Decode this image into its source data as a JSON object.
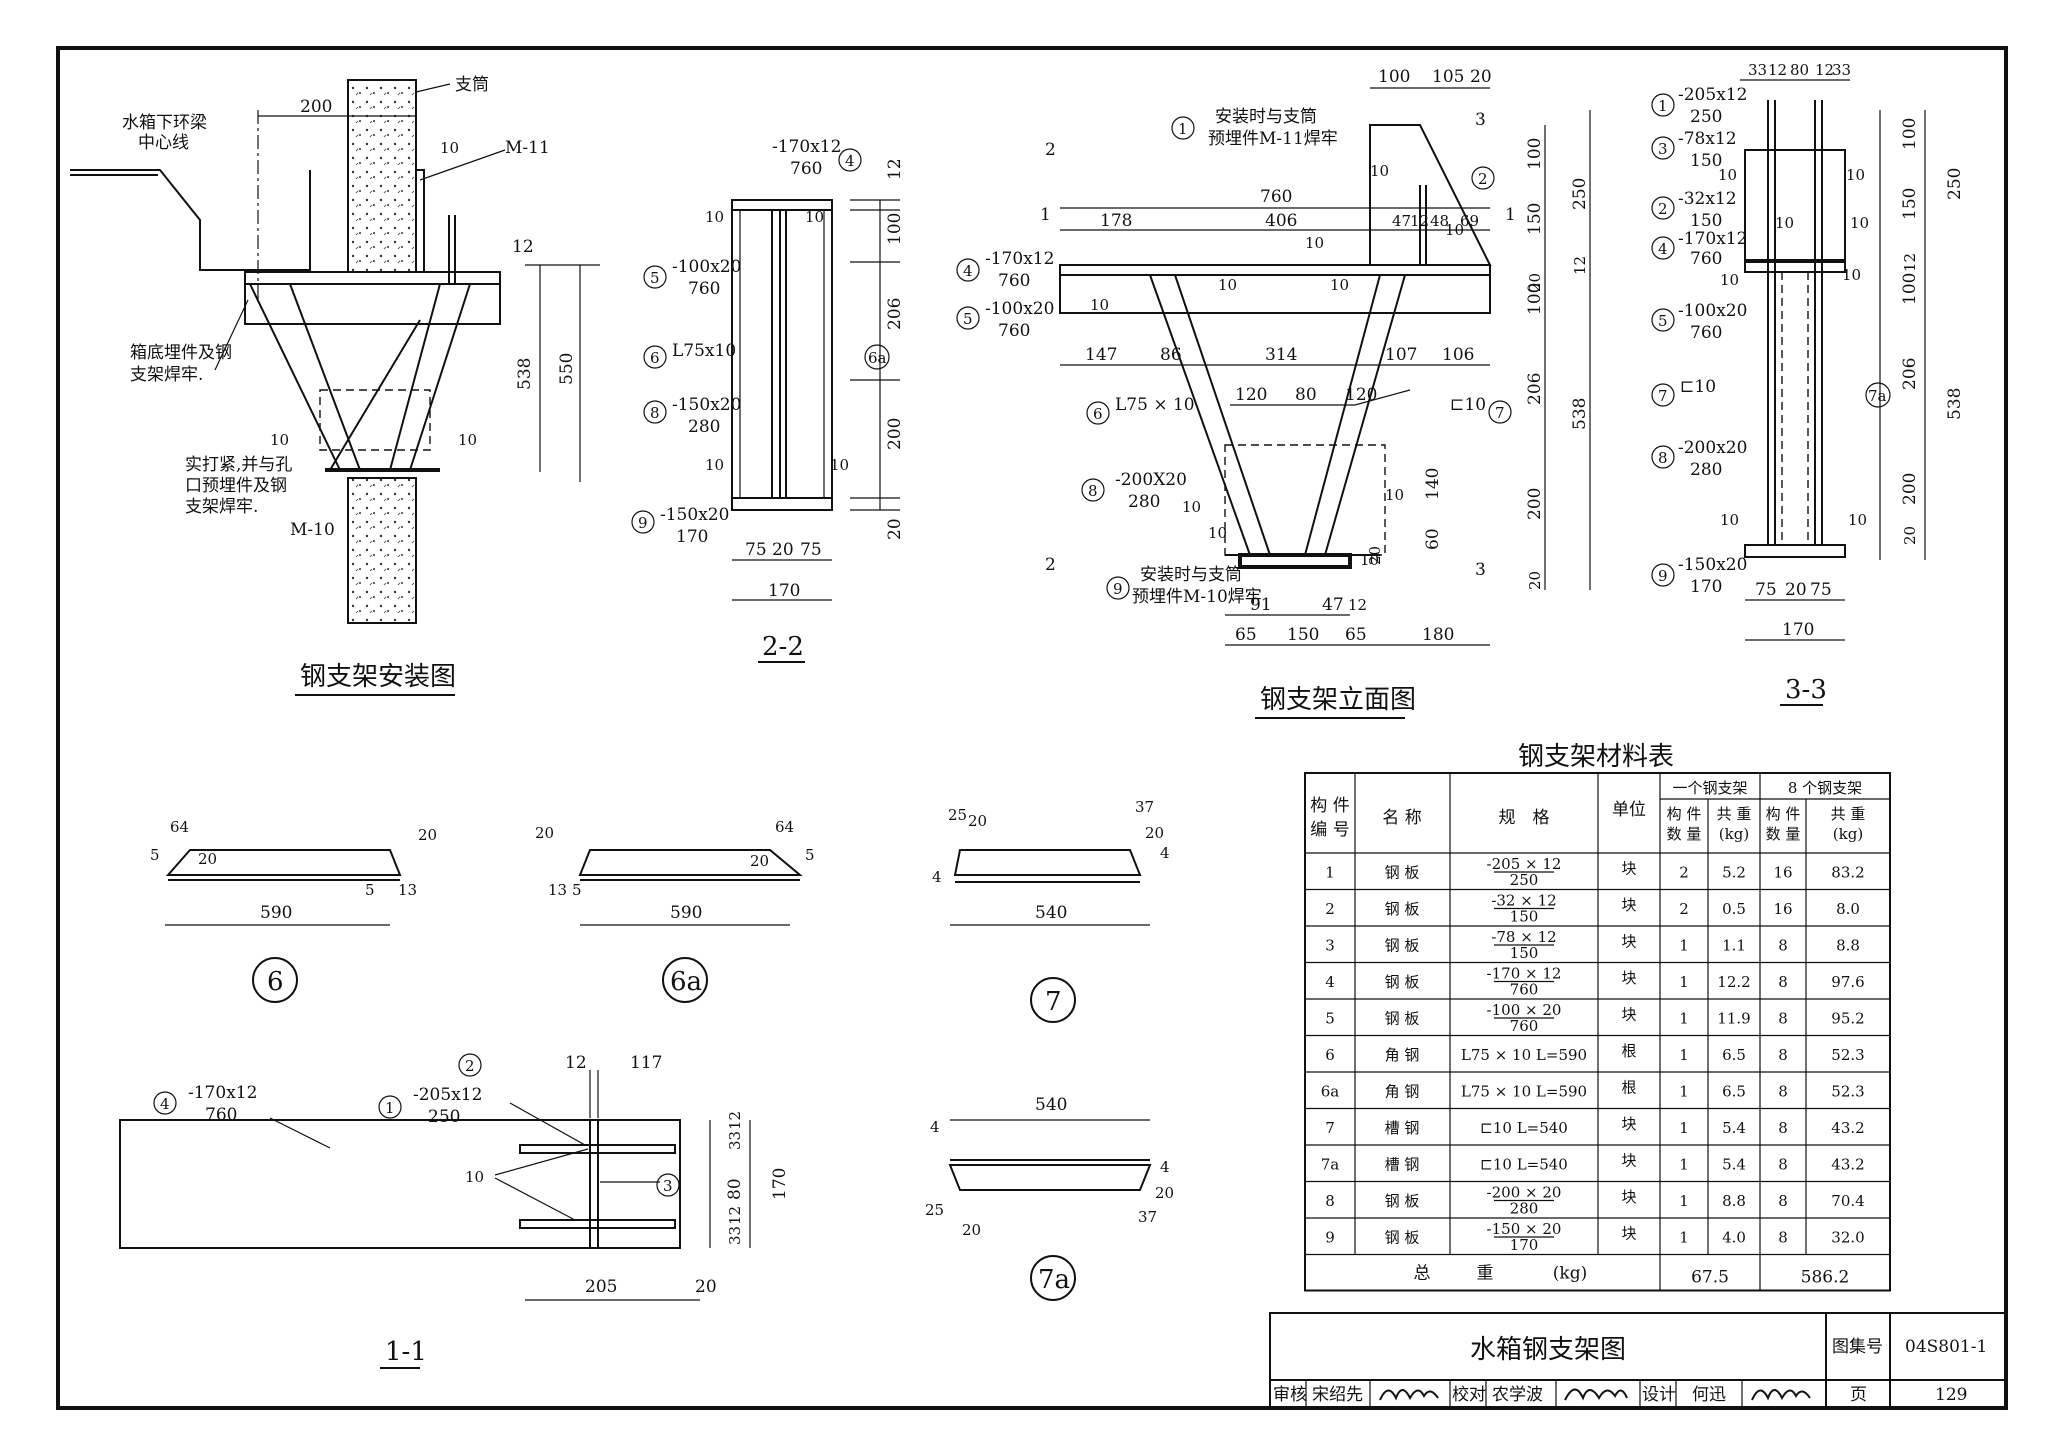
{
  "install": {
    "title": "钢支架安装图",
    "label_beam": [
      "水箱下环梁",
      "中心线"
    ],
    "label_cyl": "支筒",
    "label_m11": "M-11",
    "label_m10": "M-10",
    "label_weld": [
      "箱底埋件及钢",
      "支架焊牢."
    ],
    "label_fill": [
      "实打紧,并与孔",
      "口预埋件及钢",
      "支架焊牢."
    ],
    "dims": [
      "200",
      "12",
      "538",
      "550",
      "10",
      "10",
      "10"
    ]
  },
  "sec22": {
    "title": "2-2",
    "parts": [
      {
        "no": "4",
        "spec": [
          "-170x12",
          "760"
        ]
      },
      {
        "no": "5",
        "spec": [
          "-100x20",
          "760"
        ]
      },
      {
        "no": "6",
        "spec": [
          "L75x10"
        ]
      },
      {
        "no": "8",
        "spec": [
          "-150x20",
          "280"
        ]
      },
      {
        "no": "9",
        "spec": [
          "-150x20",
          "170"
        ]
      },
      {
        "no": "6a",
        "spec": []
      }
    ],
    "dims": [
      "12",
      "100",
      "206",
      "200",
      "20",
      "75",
      "20",
      "75",
      "170",
      "10",
      "10",
      "10",
      "10"
    ]
  },
  "elev": {
    "title": "钢支架立面图",
    "note1": [
      "安装时与支筒",
      "预埋件M-11焊牢"
    ],
    "note9": [
      "安装时与支筒",
      "预埋件M-10焊牢"
    ],
    "part4": [
      "-170x12",
      "760"
    ],
    "part5": [
      "-100x20",
      "760"
    ],
    "part6": "L75 × 10",
    "part7": "⊏10",
    "part8": [
      "-200X20",
      "280"
    ],
    "top_dims": [
      "100",
      "105",
      "20"
    ],
    "row_dims": [
      "178",
      "406",
      "47",
      "12",
      "48",
      "69",
      "760"
    ],
    "mid_dims": [
      "147",
      "86",
      "314",
      "107",
      "106"
    ],
    "low_dims": [
      "120",
      "80",
      "120"
    ],
    "bot_dims": [
      "91",
      "47",
      "12",
      "65",
      "150",
      "65",
      "180"
    ],
    "right_dims": [
      "100",
      "250",
      "150",
      "12",
      "20",
      "100",
      "206",
      "538",
      "140",
      "200",
      "60",
      "20",
      "20"
    ],
    "sec_marks": [
      "2",
      "1",
      "3",
      "2",
      "1",
      "3"
    ],
    "welds": [
      "10",
      "10",
      "10",
      "10",
      "10",
      "10",
      "10",
      "10",
      "10",
      "10"
    ]
  },
  "sec33": {
    "title": "3-3",
    "parts": [
      {
        "no": "1",
        "spec": [
          "-205x12",
          "250"
        ]
      },
      {
        "no": "3",
        "spec": [
          "-78x12",
          "150"
        ]
      },
      {
        "no": "2",
        "spec": [
          "-32x12",
          "150"
        ]
      },
      {
        "no": "4",
        "spec": [
          "-170x12",
          "760"
        ]
      },
      {
        "no": "5",
        "spec": [
          "-100x20",
          "760"
        ]
      },
      {
        "no": "7",
        "spec": [
          "⊏10"
        ]
      },
      {
        "no": "8",
        "spec": [
          "-200x20",
          "280"
        ]
      },
      {
        "no": "9",
        "spec": [
          "-150x20",
          "170"
        ]
      },
      {
        "no": "7a",
        "spec": []
      }
    ],
    "top_dims": [
      "33",
      "12",
      "80",
      "12",
      "33"
    ],
    "right_dims": [
      "100",
      "250",
      "150",
      "12",
      "100",
      "206",
      "538",
      "200",
      "20"
    ],
    "bot_dims": [
      "75",
      "20",
      "75",
      "170"
    ],
    "welds": [
      "10",
      "10",
      "10",
      "10",
      "10",
      "10",
      "10",
      "10",
      "10"
    ]
  },
  "details": {
    "d6": {
      "label": "6",
      "dims": [
        "64",
        "5",
        "20",
        "20",
        "590",
        "5",
        "13"
      ]
    },
    "d6a": {
      "label": "6a",
      "dims": [
        "20",
        "64",
        "13",
        "5",
        "590",
        "20",
        "5"
      ]
    },
    "d7": {
      "label": "7",
      "dims": [
        "25",
        "20",
        "37",
        "20",
        "4",
        "4",
        "540"
      ]
    },
    "d7a": {
      "label": "7a",
      "dims": [
        "540",
        "4",
        "4",
        "25",
        "20",
        "20",
        "37"
      ]
    }
  },
  "sec11": {
    "title": "1-1",
    "part4": [
      "-170x12",
      "760"
    ],
    "part1": [
      "-205x12",
      "250"
    ],
    "dims": [
      "12",
      "117",
      "33",
      "12",
      "80",
      "170",
      "33",
      "12",
      "205",
      "20",
      "10"
    ],
    "marks": [
      "2",
      "1",
      "3",
      "4"
    ]
  },
  "table": {
    "title": "钢支架材料表",
    "headers": {
      "no": [
        "构 件",
        "编 号"
      ],
      "name": "名 称",
      "spec": "规　格",
      "unit": "单位",
      "group1": "一个钢支架",
      "group2": "8 个钢支架",
      "qty": [
        "构 件",
        "数 量"
      ],
      "wt": [
        "共 重",
        "(kg)"
      ]
    },
    "rows": [
      {
        "no": "1",
        "name": "钢 板",
        "spec": [
          "-205 × 12",
          "250"
        ],
        "unit": "块",
        "q1": "2",
        "w1": "5.2",
        "q8": "16",
        "w8": "83.2"
      },
      {
        "no": "2",
        "name": "钢 板",
        "spec": [
          "-32 × 12",
          "150"
        ],
        "unit": "块",
        "q1": "2",
        "w1": "0.5",
        "q8": "16",
        "w8": "8.0"
      },
      {
        "no": "3",
        "name": "钢 板",
        "spec": [
          "-78 × 12",
          "150"
        ],
        "unit": "块",
        "q1": "1",
        "w1": "1.1",
        "q8": "8",
        "w8": "8.8"
      },
      {
        "no": "4",
        "name": "钢 板",
        "spec": [
          "-170 × 12",
          "760"
        ],
        "unit": "块",
        "q1": "1",
        "w1": "12.2",
        "q8": "8",
        "w8": "97.6"
      },
      {
        "no": "5",
        "name": "钢 板",
        "spec": [
          "-100 × 20",
          "760"
        ],
        "unit": "块",
        "q1": "1",
        "w1": "11.9",
        "q8": "8",
        "w8": "95.2"
      },
      {
        "no": "6",
        "name": "角 钢",
        "spec": [
          "L75 × 10  L=590"
        ],
        "unit": "根",
        "q1": "1",
        "w1": "6.5",
        "q8": "8",
        "w8": "52.3"
      },
      {
        "no": "6a",
        "name": "角 钢",
        "spec": [
          "L75 × 10  L=590"
        ],
        "unit": "根",
        "q1": "1",
        "w1": "6.5",
        "q8": "8",
        "w8": "52.3"
      },
      {
        "no": "7",
        "name": "槽 钢",
        "spec": [
          "⊏10  L=540"
        ],
        "unit": "块",
        "q1": "1",
        "w1": "5.4",
        "q8": "8",
        "w8": "43.2"
      },
      {
        "no": "7a",
        "name": "槽 钢",
        "spec": [
          "⊏10  L=540"
        ],
        "unit": "块",
        "q1": "1",
        "w1": "5.4",
        "q8": "8",
        "w8": "43.2"
      },
      {
        "no": "8",
        "name": "钢 板",
        "spec": [
          "-200 × 20",
          "280"
        ],
        "unit": "块",
        "q1": "1",
        "w1": "8.8",
        "q8": "8",
        "w8": "70.4"
      },
      {
        "no": "9",
        "name": "钢 板",
        "spec": [
          "-150 × 20",
          "170"
        ],
        "unit": "块",
        "q1": "1",
        "w1": "4.0",
        "q8": "8",
        "w8": "32.0"
      }
    ],
    "total_label": [
      "总",
      "重",
      "(kg)"
    ],
    "total1": "67.5",
    "total8": "586.2"
  },
  "titleblock": {
    "title": "水箱钢支架图",
    "atlas_label": "图集号",
    "atlas_no": "04S801-1",
    "page_label": "页",
    "page_no": "129",
    "review_label": "审核",
    "review_name": "宋绍先",
    "check_label": "校对",
    "check_name": "农学波",
    "design_label": "设计",
    "design_name": "何迅"
  }
}
